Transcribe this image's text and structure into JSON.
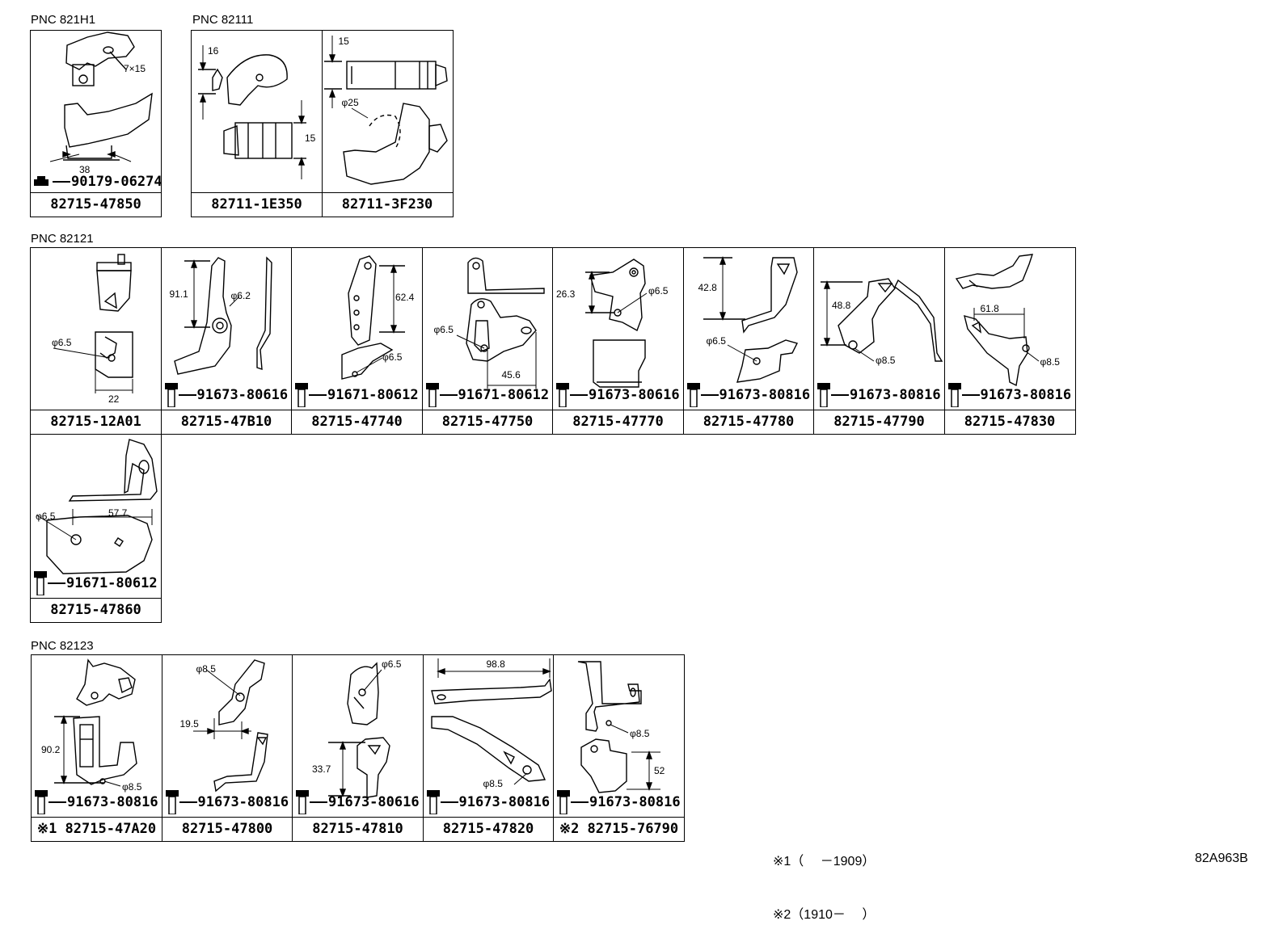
{
  "sections": {
    "pnc_821h1": {
      "label": "PNC 821H1"
    },
    "pnc_82111": {
      "label": "PNC 82111"
    },
    "pnc_82121": {
      "label": "PNC 82121"
    },
    "pnc_82123": {
      "label": "PNC 82123"
    }
  },
  "cells": {
    "c821h1": {
      "part": "82715-47850",
      "bolt": "90179-06274",
      "dims": [
        "7×15",
        "38"
      ]
    },
    "c1e350": {
      "part": "82711-1E350",
      "dims": [
        "16",
        "15"
      ]
    },
    "c3f230": {
      "part": "82711-3F230",
      "dims": [
        "15",
        "φ25"
      ]
    },
    "c12a01": {
      "part": "82715-12A01",
      "dims": [
        "φ6.5",
        "22"
      ]
    },
    "c47b10": {
      "part": "82715-47B10",
      "bolt": "91673-80616",
      "dims": [
        "91.1",
        "φ6.2"
      ]
    },
    "c47740": {
      "part": "82715-47740",
      "bolt": "91671-80612",
      "dims": [
        "62.4",
        "φ6.5"
      ]
    },
    "c47750": {
      "part": "82715-47750",
      "bolt": "91671-80612",
      "dims": [
        "φ6.5",
        "45.6"
      ]
    },
    "c47770": {
      "part": "82715-47770",
      "bolt": "91673-80616",
      "dims": [
        "26.3",
        "φ6.5"
      ]
    },
    "c47780": {
      "part": "82715-47780",
      "bolt": "91673-80816",
      "dims": [
        "42.8",
        "φ6.5"
      ]
    },
    "c47790": {
      "part": "82715-47790",
      "bolt": "91673-80816",
      "dims": [
        "48.8",
        "φ8.5"
      ]
    },
    "c47830": {
      "part": "82715-47830",
      "bolt": "91673-80816",
      "dims": [
        "61.8",
        "φ8.5"
      ]
    },
    "c47860": {
      "part": "82715-47860",
      "bolt": "91671-80612",
      "dims": [
        "φ6.5",
        "57.7"
      ]
    },
    "c47a20": {
      "part": "※1 82715-47A20",
      "bolt": "91673-80816",
      "dims": [
        "90.2",
        "φ8.5"
      ]
    },
    "c47800": {
      "part": "82715-47800",
      "bolt": "91673-80816",
      "dims": [
        "φ8.5",
        "19.5"
      ]
    },
    "c47810": {
      "part": "82715-47810",
      "bolt": "91673-80616",
      "dims": [
        "φ6.5",
        "33.7"
      ]
    },
    "c47820": {
      "part": "82715-47820",
      "bolt": "91673-80816",
      "dims": [
        "98.8",
        "φ8.5"
      ]
    },
    "c76790": {
      "part": "※2 82715-76790",
      "bolt": "91673-80816",
      "dims": [
        "φ8.5",
        "52"
      ]
    }
  },
  "notes": {
    "n1": "※1（　 －1909）",
    "n2": "※2（1910－　 ）"
  },
  "diagram_code": "82A963B"
}
